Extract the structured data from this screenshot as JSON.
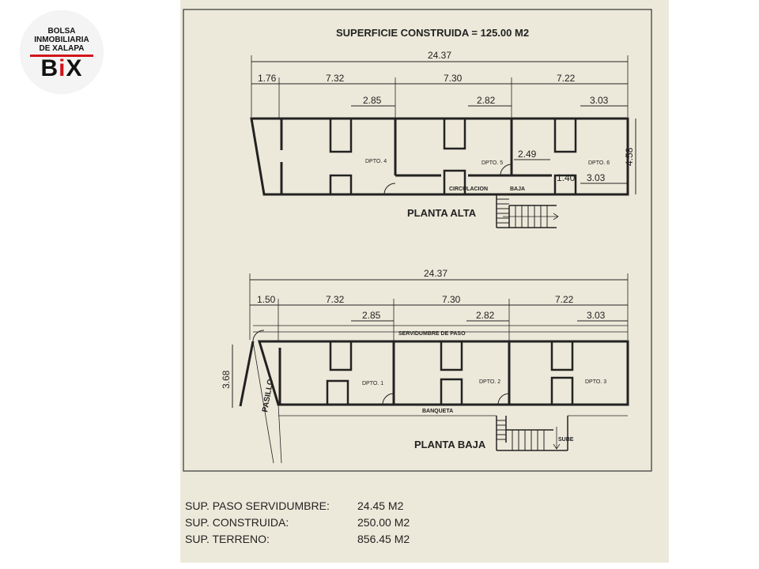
{
  "logo": {
    "line1": "BOLSA",
    "line2": "INMOBILIARIA",
    "line3": "DE XALAPA",
    "mark": "BIX"
  },
  "header": {
    "title": "SUPERFICIE CONSTRUIDA = 125.00 M2"
  },
  "upper_plan": {
    "title": "PLANTA ALTA",
    "total": "24.37",
    "segments": [
      "1.76",
      "7.32",
      "7.30",
      "7.22"
    ],
    "sub_dims": [
      "2.85",
      "2.82",
      "3.03"
    ],
    "depth": "4.58",
    "inner_dims": [
      "2.49",
      "1.40",
      "3.03"
    ],
    "units": [
      "DPTO. 4",
      "DPTO. 5",
      "DPTO. 6"
    ],
    "labels": {
      "circulation": "CIRCULACION",
      "down": "BAJA"
    }
  },
  "lower_plan": {
    "title": "PLANTA BAJA",
    "total": "24.37",
    "segments": [
      "1.50",
      "7.32",
      "7.30",
      "7.22"
    ],
    "sub_dims": [
      "2.85",
      "2.82",
      "3.03"
    ],
    "depth": "3.68",
    "units": [
      "DPTO. 1",
      "DPTO. 2",
      "DPTO. 3"
    ],
    "labels": {
      "easement": "SERVIDUMBRE DE PASO",
      "sidewalk": "BANQUETA",
      "corridor": "PASILLO",
      "up": "SUBE"
    }
  },
  "summary": [
    {
      "label": "SUP. PASO SERVIDUMBRE:",
      "value": "24.45 M2"
    },
    {
      "label": "SUP. CONSTRUIDA:",
      "value": "250.00 M2"
    },
    {
      "label": "SUP. TERRENO:",
      "value": "856.45 M2"
    }
  ],
  "colors": {
    "paper": "#ede9da",
    "ink": "#222222",
    "accent": "#d3141b"
  }
}
